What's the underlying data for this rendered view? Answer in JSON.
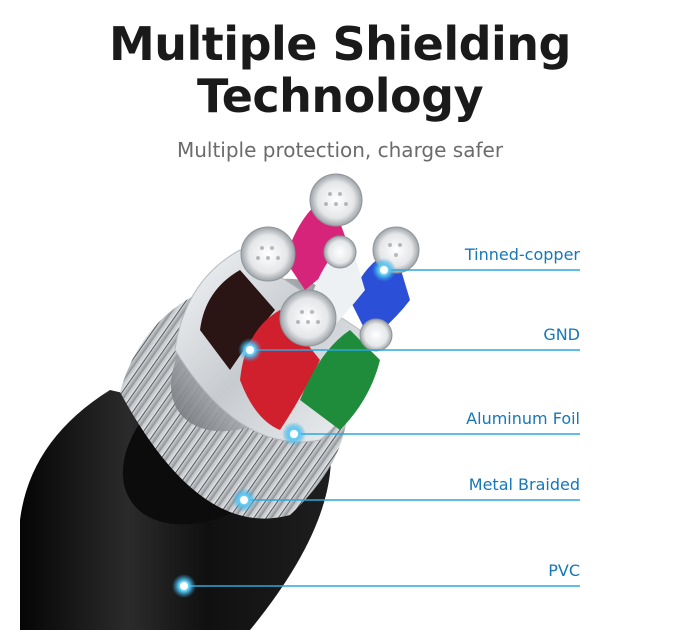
{
  "header": {
    "title_line1": "Multiple Shielding",
    "title_line2": "Technology",
    "subtitle": "Multiple protection, charge safer"
  },
  "callouts": [
    {
      "label": "Tinned-copper"
    },
    {
      "label": "GND"
    },
    {
      "label": "Aluminum Foil"
    },
    {
      "label": "Metal Braided"
    },
    {
      "label": "PVC"
    }
  ],
  "colors": {
    "accent_line": "#2aa7e0",
    "label_text": "#1677b8",
    "jacket": "#161616",
    "wire_red": "#d0202e",
    "wire_green": "#1f8c3b",
    "wire_blue": "#2b4fd6",
    "wire_magenta": "#d6247a",
    "foil": "#d9dcdf"
  }
}
